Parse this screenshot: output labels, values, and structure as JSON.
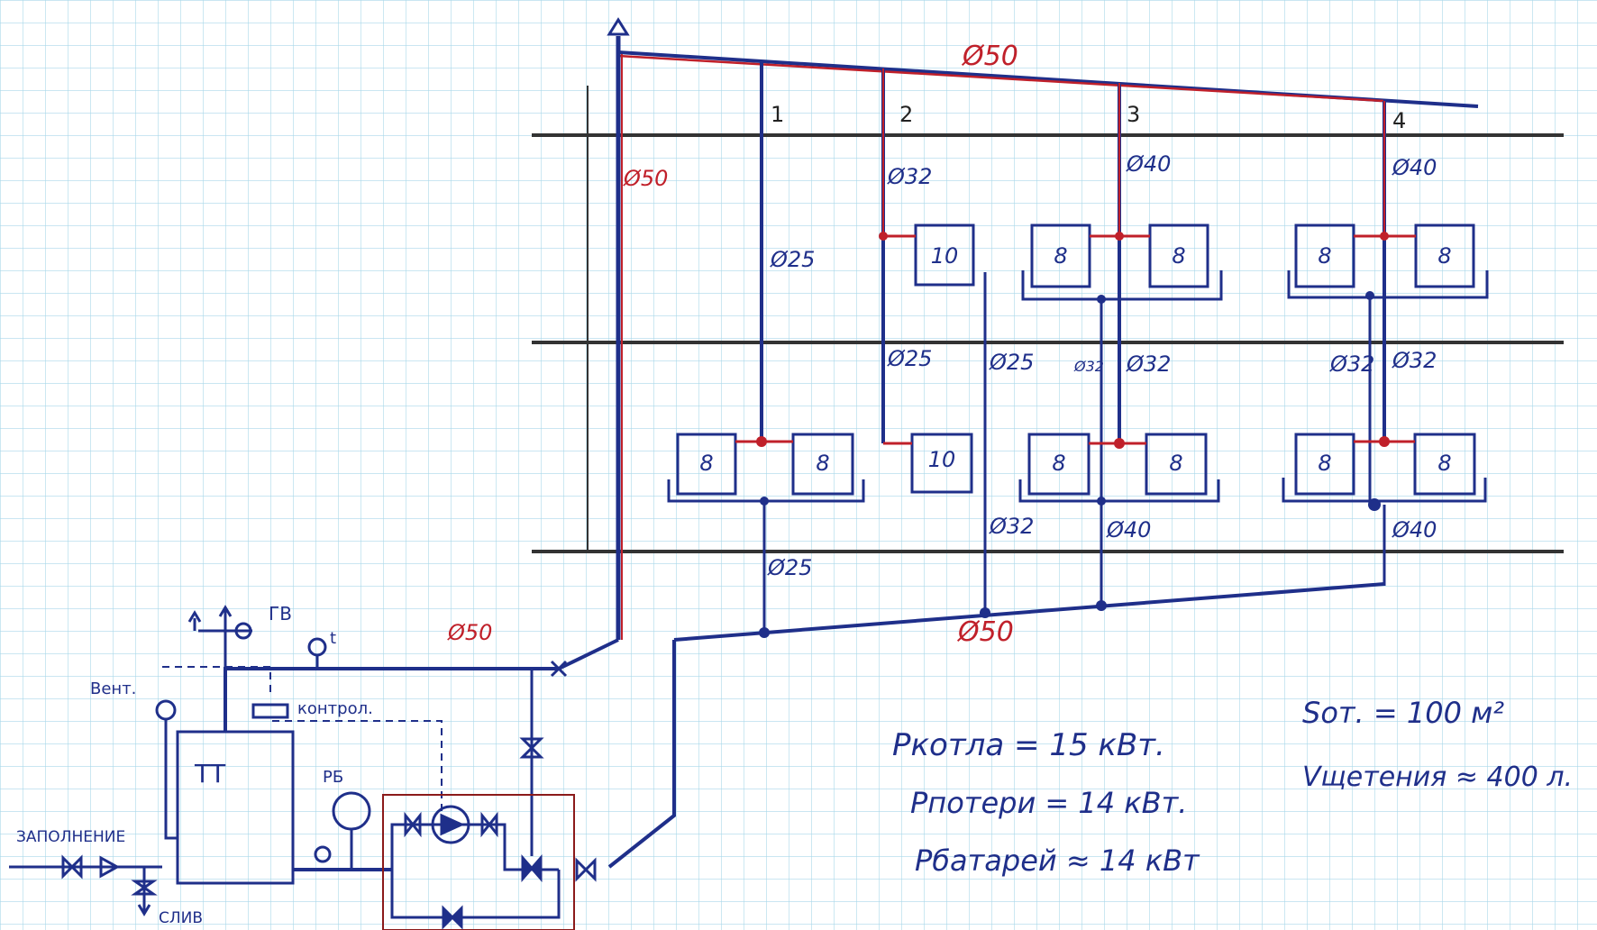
{
  "pipes": {
    "main_top": "Ø50",
    "main_riser": "Ø50",
    "return_main": "Ø50",
    "supply_boiler": "Ø50"
  },
  "risers": [
    {
      "number": "1",
      "upper": "",
      "mid": "Ø25",
      "lower": "Ø25"
    },
    {
      "number": "2",
      "upper": "Ø32",
      "mid": "Ø25",
      "return_mid": "Ø25",
      "lower": "Ø32"
    },
    {
      "number": "3",
      "upper": "Ø40",
      "mid": "Ø32",
      "return_mid": "Ø32",
      "lower": "Ø40"
    },
    {
      "number": "4",
      "upper": "Ø40",
      "mid": "Ø32",
      "return_mid": "Ø32",
      "lower": "Ø40"
    }
  ],
  "radiators": {
    "floor2": [
      "10",
      "8",
      "8",
      "8",
      "8"
    ],
    "floor1": [
      "8",
      "8",
      "10",
      "8",
      "8",
      "8",
      "8"
    ]
  },
  "boiler": {
    "label": "ТТ",
    "hot_water": "ГВ",
    "vent": "Вент.",
    "control": "контрол.",
    "temp": "t",
    "expansion": "РБ",
    "fill": "ЗАПОЛНЕНИЕ",
    "drain": "СЛИВ"
  },
  "notes": {
    "p_boiler": "Pкотла = 15 кВт.",
    "p_loss": "Pпотери = 14 кВт.",
    "p_batteries": "Pбатарей ≈ 14 кВт",
    "area": "Sот. = 100 м²",
    "volume": "Vщетения ≈ 400 л."
  },
  "colors": {
    "ink": "#1f2f8a",
    "red": "#c0202a",
    "grid": "#a9d8ea",
    "floor": "#333333"
  }
}
